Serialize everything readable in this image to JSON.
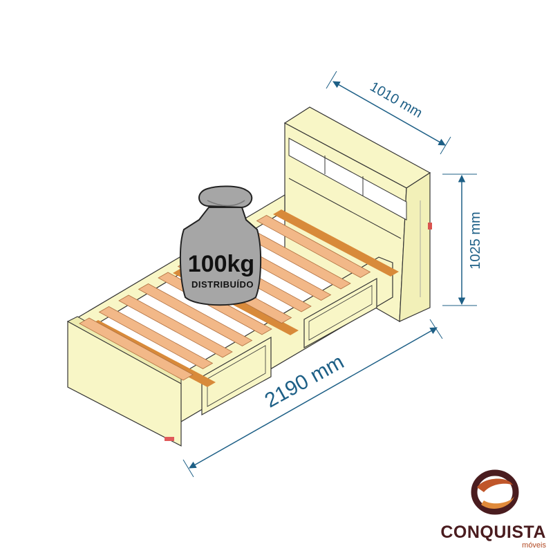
{
  "dimensions": {
    "width": "1010 mm",
    "height": "1025 mm",
    "length": "2190 mm"
  },
  "weight": {
    "value": "100kg",
    "note": "DISTRIBUÍDO"
  },
  "brand": {
    "name": "CONQUISTA",
    "tagline": "móveis"
  },
  "colors": {
    "panel": "#f8f6c6",
    "panel_edge": "#333333",
    "slat": "#f2b888",
    "slat_support": "#d88a3a",
    "dimension": "#1d5f86",
    "weight_body": "#a6a6a6",
    "brand_dark": "#4a1c1f",
    "brand_orange": "#c0562a"
  },
  "slats": {
    "count": 10
  }
}
